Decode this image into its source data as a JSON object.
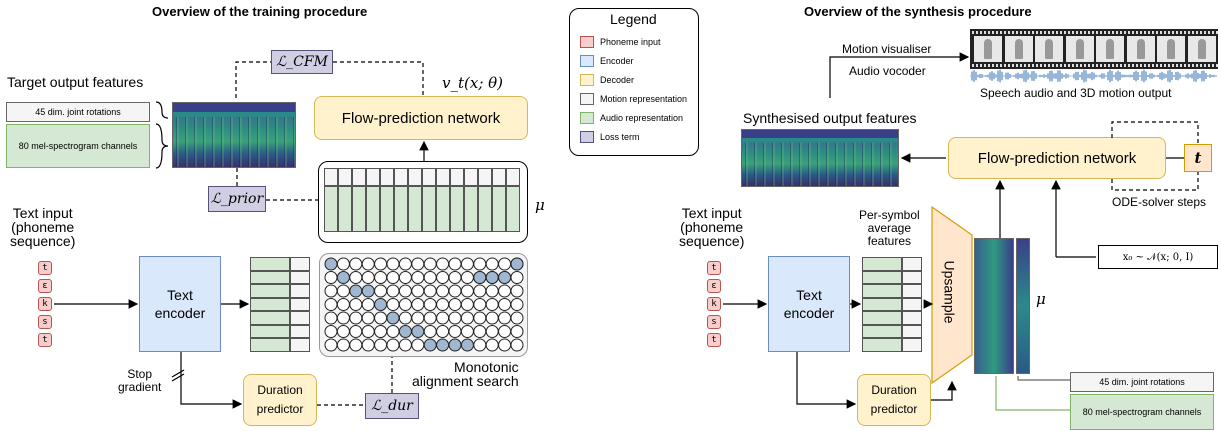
{
  "training": {
    "title": "Overview of the training procedure",
    "target_label": "Target output features",
    "joint_label": "45 dim. joint rotations",
    "mel_label": "80 mel-spectrogram channels",
    "loss_cfm": "ℒ_CFM",
    "loss_prior": "ℒ_prior",
    "loss_dur": "ℒ_dur",
    "vt": "v_t(x; θ)",
    "flow_net": "Flow-prediction network",
    "mu": "μ",
    "text_input": "Text input\n(phoneme\nsequence)",
    "phonemes": [
      "t",
      "ɛ",
      "k",
      "s",
      "t"
    ],
    "text_encoder": "Text\nencoder",
    "stop_gradient": "Stop\ngradient",
    "duration_predictor": "Duration\npredictor",
    "mas": "Monotonic\nalignment search"
  },
  "legend": {
    "title": "Legend",
    "items": [
      {
        "label": "Phoneme input",
        "color": "#f8cecc",
        "border": "#b85450"
      },
      {
        "label": "Encoder",
        "color": "#dae8fc",
        "border": "#6c8ebf"
      },
      {
        "label": "Decoder",
        "color": "#fff2cc",
        "border": "#d6b656"
      },
      {
        "label": "Motion representation",
        "color": "#f5f5f5",
        "border": "#666666"
      },
      {
        "label": "Audio representation",
        "color": "#d5e8d4",
        "border": "#82b366"
      },
      {
        "label": "Loss term",
        "color": "#d0cee2",
        "border": "#56517e"
      }
    ]
  },
  "synthesis": {
    "title": "Overview of the synthesis procedure",
    "motion_vis": "Motion visualiser",
    "audio_voc": "Audio vocoder",
    "output_caption": "Speech audio and 3D motion output",
    "synth_label": "Synthesised output features",
    "flow_net": "Flow-prediction network",
    "t_symbol": "t",
    "ode_steps": "ODE-solver steps",
    "x0": "x₀ ~ 𝒩(x; 0, I)",
    "text_input": "Text input\n(phoneme\nsequence)",
    "phonemes": [
      "t",
      "ɛ",
      "k",
      "s",
      "t"
    ],
    "per_symbol": "Per-symbol\naverage\nfeatures",
    "upsample": "Upsample",
    "mu": "μ",
    "text_encoder": "Text\nencoder",
    "duration_predictor": "Duration\npredictor",
    "joint_label": "45 dim. joint rotations",
    "mel_label": "80 mel-spectrogram channels"
  },
  "alignment_path": [
    [
      0,
      6
    ],
    [
      1,
      5
    ],
    [
      2,
      4
    ],
    [
      3,
      4
    ],
    [
      4,
      3
    ],
    [
      5,
      2
    ],
    [
      6,
      1
    ],
    [
      7,
      1
    ],
    [
      8,
      0
    ],
    [
      9,
      0
    ],
    [
      10,
      0
    ],
    [
      11,
      0
    ]
  ]
}
